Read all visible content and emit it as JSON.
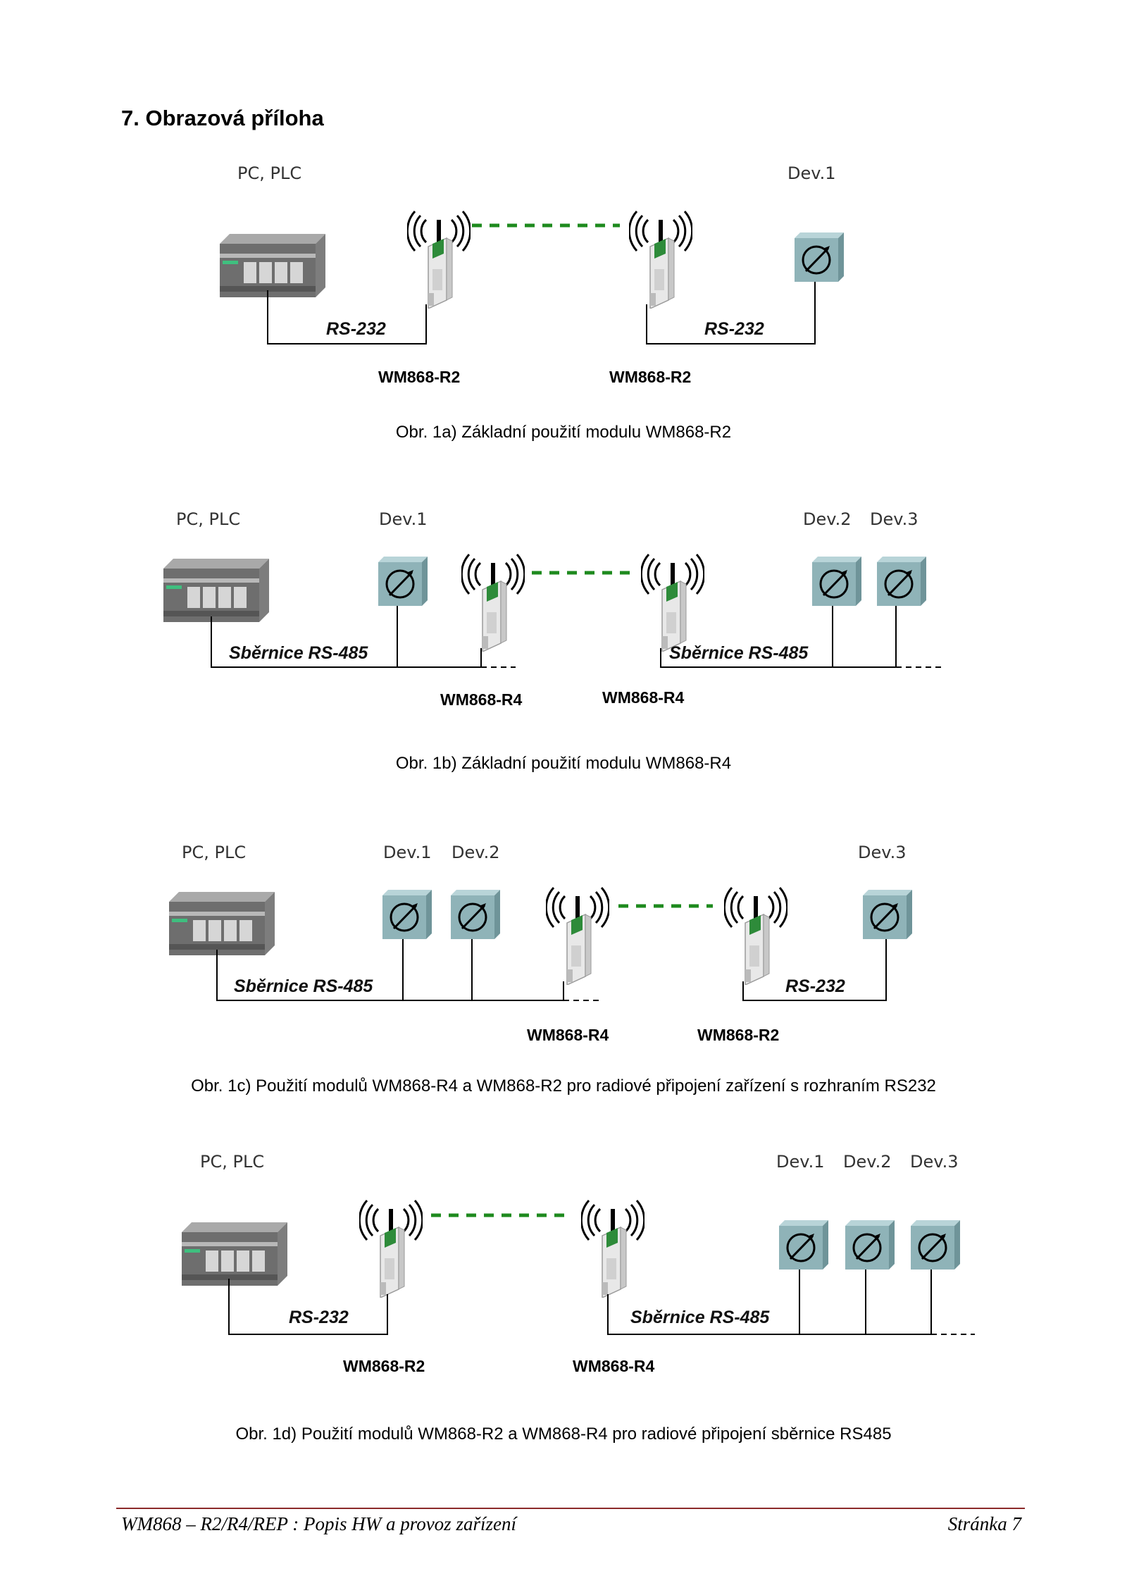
{
  "section_heading": "7. Obrazová příloha",
  "figures": [
    {
      "caption": "Obr. 1a) Základní použití modulu WM868-R2",
      "pc_label": "PC, PLC",
      "dev_labels": [
        "Dev.1"
      ],
      "bus_labels": [
        "RS-232",
        "RS-232"
      ],
      "module_labels": [
        "WM868-R2",
        "WM868-R2"
      ]
    },
    {
      "caption": "Obr. 1b) Základní použití modulu WM868-R4",
      "pc_label": "PC, PLC",
      "dev_labels": [
        "Dev.1",
        "Dev.2",
        "Dev.3"
      ],
      "bus_labels": [
        "Sběrnice RS-485",
        "Sběrnice RS-485"
      ],
      "module_labels": [
        "WM868-R4",
        "WM868-R4"
      ]
    },
    {
      "caption": "Obr. 1c) Použití modulů WM868-R4 a WM868-R2 pro radiové připojení zařízení s rozhraním RS232",
      "pc_label": "PC, PLC",
      "dev_labels": [
        "Dev.1",
        "Dev.2",
        "Dev.3"
      ],
      "bus_labels": [
        "Sběrnice RS-485",
        "RS-232"
      ],
      "module_labels": [
        "WM868-R4",
        "WM868-R2"
      ]
    },
    {
      "caption": "Obr. 1d) Použití modulů WM868-R2 a WM868-R4 pro radiové připojení sběrnice RS485",
      "pc_label": "PC, PLC",
      "dev_labels": [
        "Dev.1",
        "Dev.2",
        "Dev.3"
      ],
      "bus_labels": [
        "RS-232",
        "Sběrnice RS-485"
      ],
      "module_labels": [
        "WM868-R2",
        "WM868-R4"
      ]
    }
  ],
  "footer": {
    "left": "WM868 – R2/R4/REP : Popis HW a provoz zařízení",
    "right": "Stránka 7"
  },
  "colors": {
    "device_box": "#8fb3b8",
    "radio_link": "#1e8a1e",
    "footer_rule": "#8b2a2a",
    "plc_body": "#6e6e6e"
  }
}
